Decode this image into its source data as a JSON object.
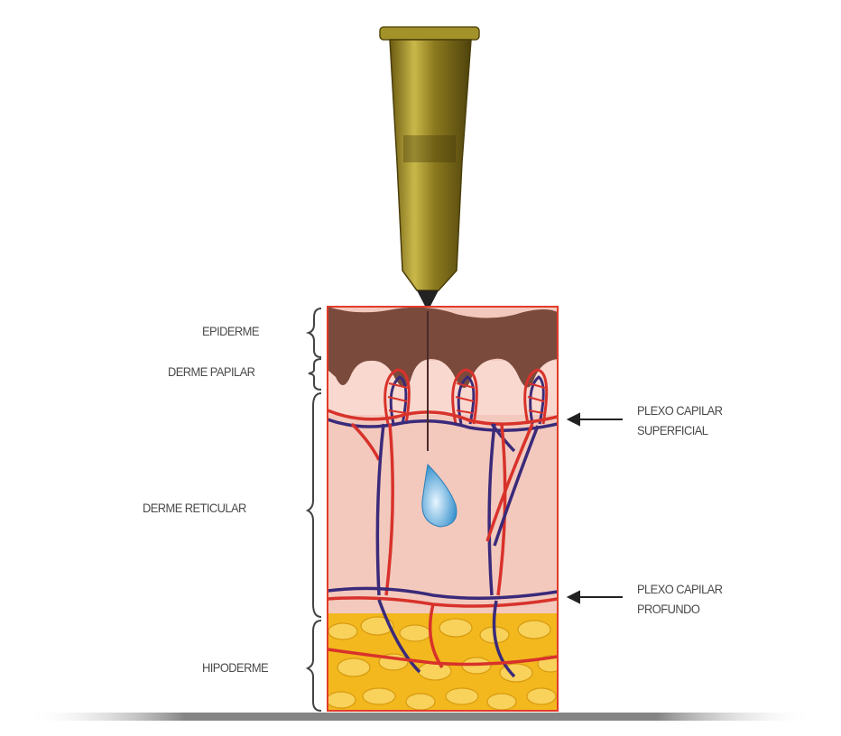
{
  "labels": {
    "epiderme": "EPIDERME",
    "derme_papilar": "DERME PAPILAR",
    "derme_reticular": "DERME RETICULAR",
    "hipoderme": "HIPODERME",
    "plexo_superficial_line1": "PLEXO CAPILAR",
    "plexo_superficial_line2": "SUPERFICIAL",
    "plexo_profundo_line1": "PLEXO CAPILAR",
    "plexo_profundo_line2": "PROFUNDO"
  },
  "colors": {
    "epidermis": "#7a4a3c",
    "dermis": "#f3c9bd",
    "vein": "#3a2a7a",
    "artery": "#d8322b",
    "fat": "#f2b81e",
    "needle_hub": "#8a7a1c",
    "droplet": "#4aa3d8"
  }
}
